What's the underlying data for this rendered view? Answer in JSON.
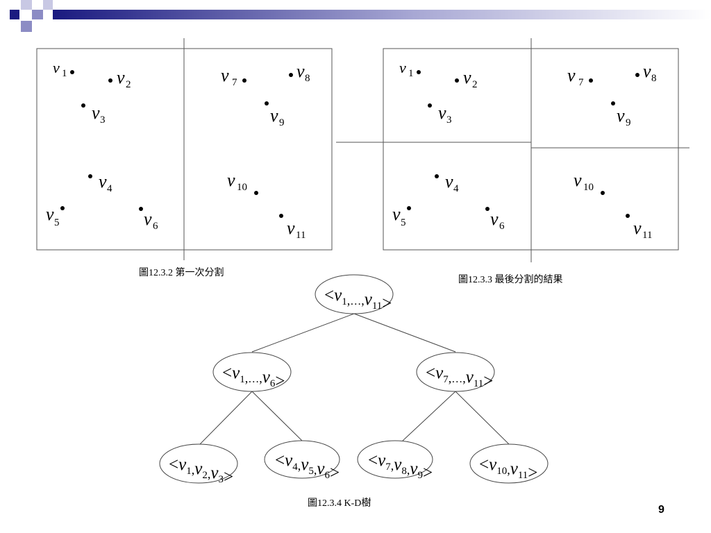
{
  "slide": {
    "page_number": "9",
    "accent_colors": [
      "#1a1a80",
      "#8c8cc4",
      "#c8c8e4"
    ]
  },
  "figures": {
    "first_split": {
      "caption": "圖12.3.2 第一次分割",
      "points": [
        "1",
        "2",
        "3",
        "4",
        "5",
        "6",
        "7",
        "8",
        "9",
        "10",
        "11"
      ]
    },
    "final_split": {
      "caption": "圖12.3.3 最後分割的結果",
      "points": [
        "1",
        "2",
        "3",
        "4",
        "5",
        "6",
        "7",
        "8",
        "9",
        "10",
        "11"
      ]
    },
    "kd_tree": {
      "caption": "圖12.3.4 K-D樹",
      "nodes": [
        {
          "id": "root",
          "subs": [
            "1",
            "…",
            "11"
          ]
        },
        {
          "id": "left",
          "subs": [
            "1",
            "…",
            "6"
          ]
        },
        {
          "id": "right",
          "subs": [
            "7",
            "…",
            "11"
          ]
        },
        {
          "id": "ll",
          "subs": [
            "1",
            "2",
            "3"
          ]
        },
        {
          "id": "lr",
          "subs": [
            "4",
            "5",
            "6"
          ]
        },
        {
          "id": "rl",
          "subs": [
            "7",
            "8",
            "9"
          ]
        },
        {
          "id": "rr",
          "subs": [
            "10",
            "11"
          ]
        }
      ]
    }
  }
}
